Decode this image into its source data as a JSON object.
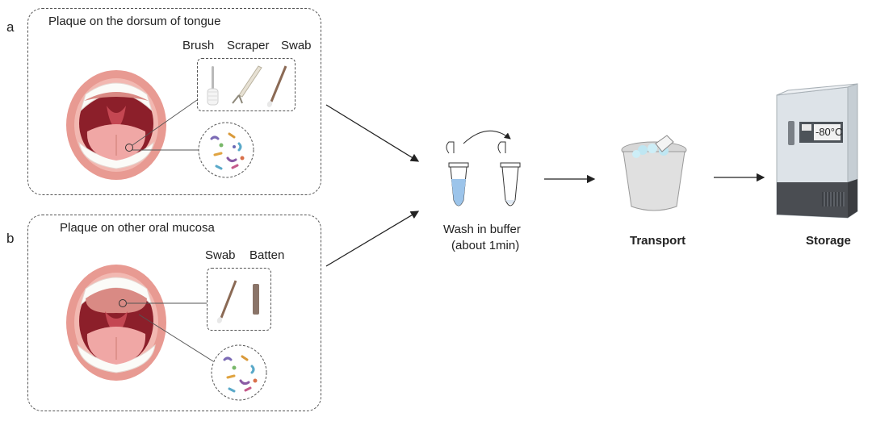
{
  "panel_a": {
    "letter": "a",
    "title": "Plaque on the dorsum of tongue",
    "tools": [
      "Brush",
      "Scraper",
      "Swab"
    ]
  },
  "panel_b": {
    "letter": "b",
    "title": "Plaque on other oral mucosa",
    "tools": [
      "Swab",
      "Batten"
    ]
  },
  "wash": {
    "line1": "Wash in buffer",
    "line2": "(about 1min)"
  },
  "transport": {
    "label": "Transport"
  },
  "storage": {
    "label": "Storage",
    "temperature": "-80°C"
  },
  "colors": {
    "lips": "#e89a92",
    "mouth_dark": "#8c1f2a",
    "tongue": "#f0a7a5",
    "teeth": "#fbfbf8",
    "freezer_body": "#dde3e8",
    "freezer_base": "#4a4d52",
    "tube_liquid": "#9cc4ea"
  }
}
